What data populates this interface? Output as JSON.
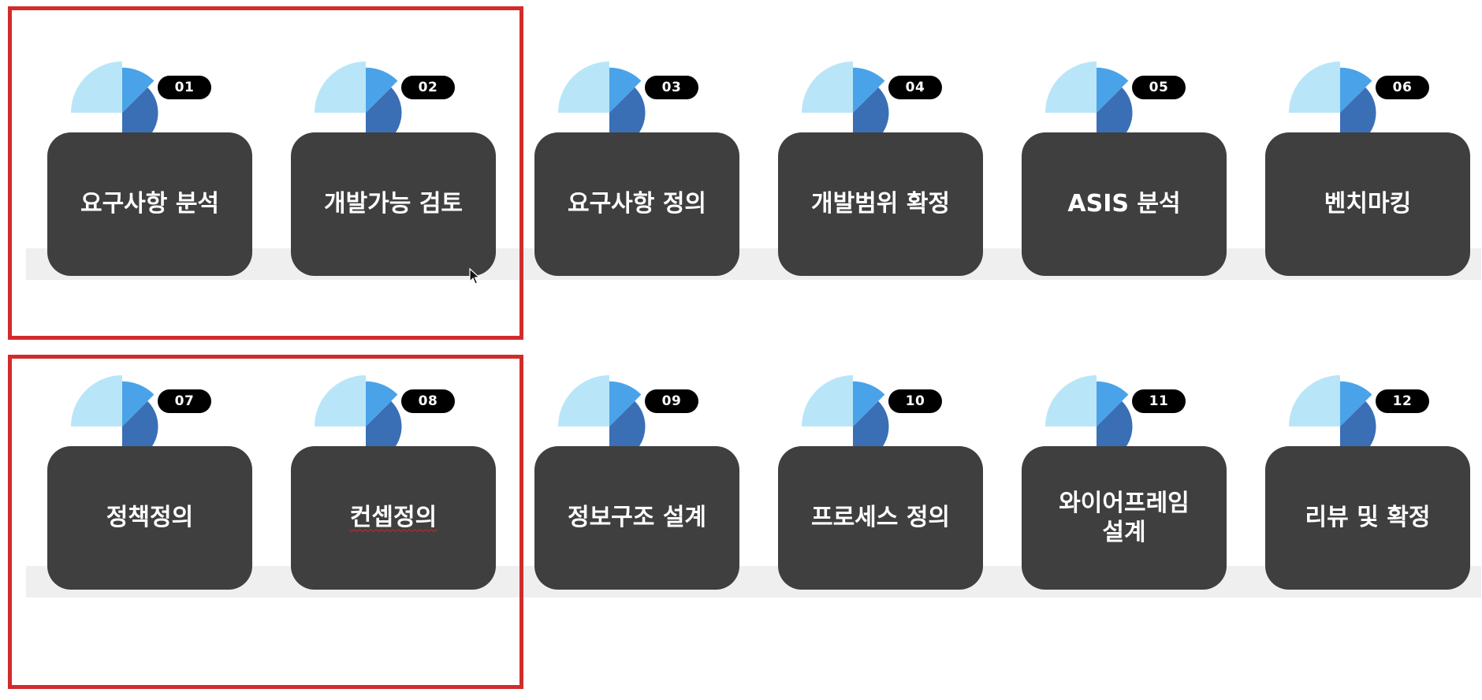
{
  "colors": {
    "card": "#3f3f3f",
    "pie_light": "#b8e6f8",
    "pie_mid": "#4aa3e8",
    "pie_dark": "#3a6fb5",
    "badge": "#000000",
    "highlight": "#d22b2b",
    "band": "#efefef"
  },
  "steps": [
    {
      "number": "01",
      "label": "요구사항 분석"
    },
    {
      "number": "02",
      "label": "개발가능 검토"
    },
    {
      "number": "03",
      "label": "요구사항 정의"
    },
    {
      "number": "04",
      "label": "개발범위 확정"
    },
    {
      "number": "05",
      "label": "ASIS 분석"
    },
    {
      "number": "06",
      "label": "벤치마킹"
    },
    {
      "number": "07",
      "label": "정책정의"
    },
    {
      "number": "08",
      "label": "컨셉정의"
    },
    {
      "number": "09",
      "label": "정보구조 설계"
    },
    {
      "number": "10",
      "label": "프로세스 정의"
    },
    {
      "number": "11",
      "label": "와이어프레임\n설계"
    },
    {
      "number": "12",
      "label": "리뷰 및 확정"
    }
  ]
}
